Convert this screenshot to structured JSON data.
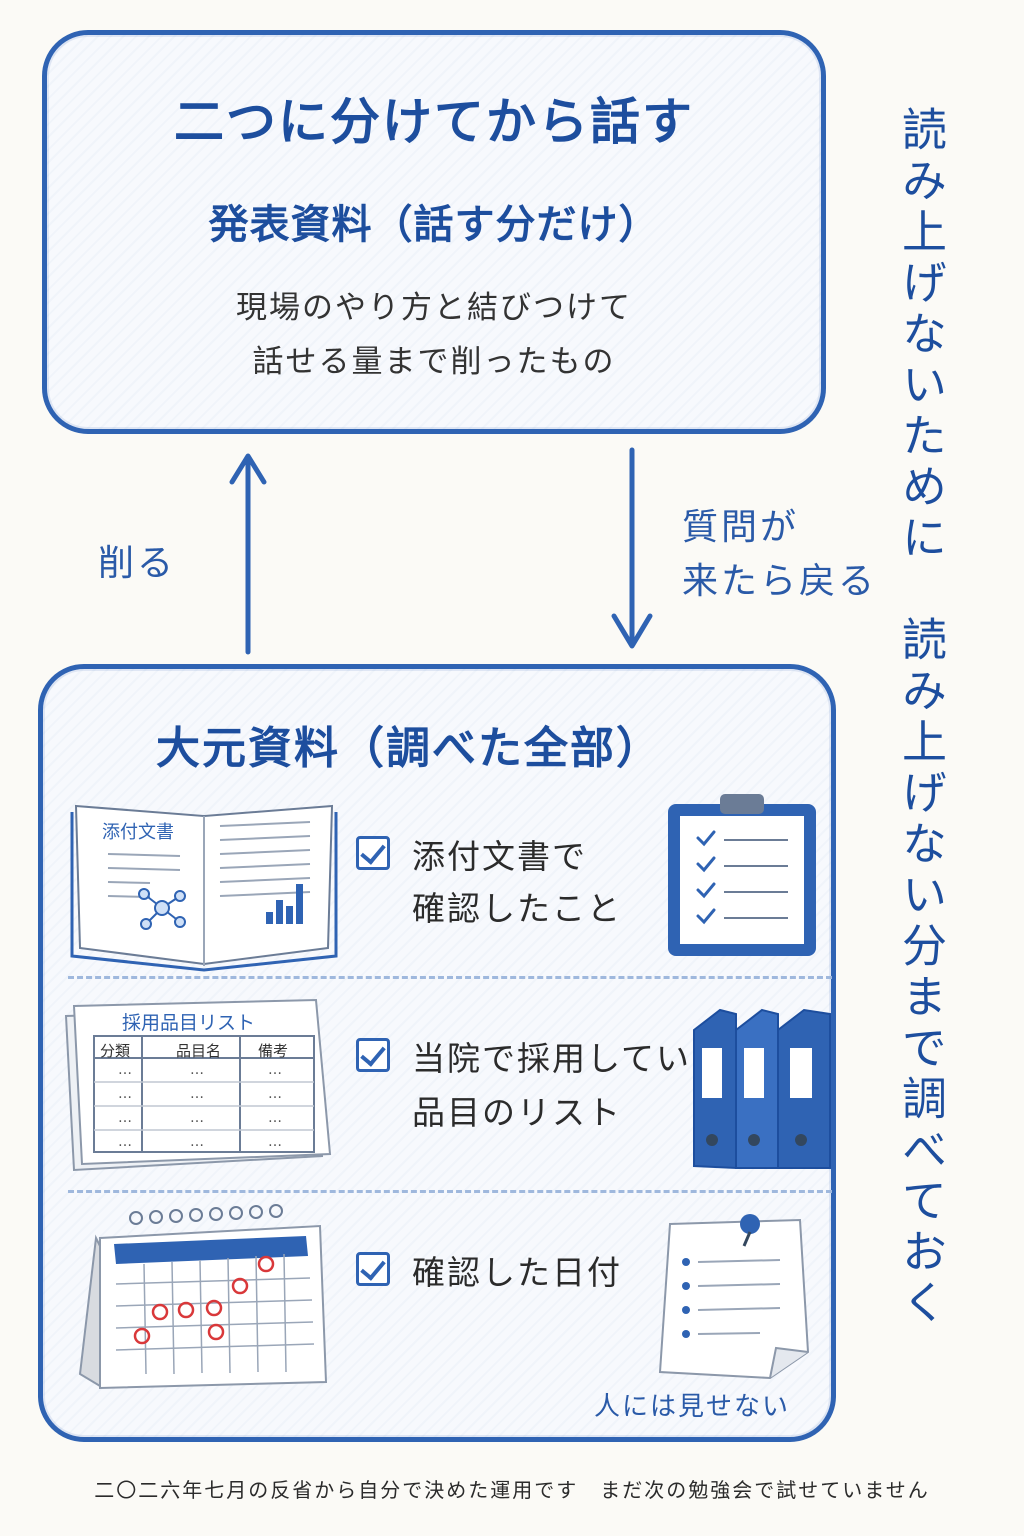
{
  "top_box": {
    "title": "二つに分けてから話す",
    "subtitle": "発表資料（話す分だけ）",
    "desc_line1": "現場のやり方と結びつけて",
    "desc_line2": "話せる量まで削ったもの"
  },
  "arrows": {
    "up_label": "削る",
    "down_label_line1": "質問が",
    "down_label_line2": "来たら戻る"
  },
  "bottom_box": {
    "title": "大元資料（調べた全部）",
    "rows": [
      {
        "line1": "添付文書で",
        "line2": "確認したこと",
        "illustration_label": "添付文書"
      },
      {
        "line1": "当院で採用している",
        "line2": "品目のリスト",
        "illustration_label": "採用品目リスト",
        "table_headers": [
          "分類",
          "品目名",
          "備考"
        ],
        "table_cell": "…"
      },
      {
        "line1": "確認した日付",
        "line2": ""
      }
    ],
    "note": "人には見せない"
  },
  "side_text": {
    "line1": "読み上げないために",
    "line2": "読み上げない分まで調べておく"
  },
  "footer": "二〇二六年七月の反省から自分で決めた運用です　まだ次の勉強会で試せていません",
  "colors": {
    "accent": "#2f63b3",
    "title": "#1d4e9e",
    "calendar_mark": "#d9383a"
  }
}
